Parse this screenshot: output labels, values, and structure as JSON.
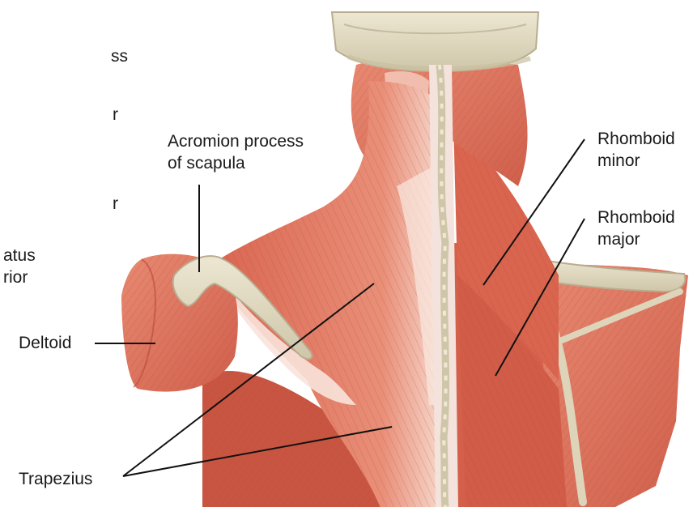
{
  "colors": {
    "muscle": "#dd6f58",
    "muscle_dark": "#b9473a",
    "muscle_light": "#ee9a85",
    "tendon": "#f7e5dc",
    "bone": "#e3dcc4",
    "bone_shadow": "#b8ad91",
    "leader_line": "#111111",
    "text": "#1a1a1a"
  },
  "labels": {
    "cut_1": "ss",
    "cut_2": "r",
    "cut_3": "r",
    "cut_4_line1": "atus",
    "cut_4_line2": "rior",
    "acromion_line1": "Acromion process",
    "acromion_line2": "of scapula",
    "rhomboid_minor_line1": "Rhomboid",
    "rhomboid_minor_line2": "minor",
    "rhomboid_major_line1": "Rhomboid",
    "rhomboid_major_line2": "major",
    "deltoid": "Deltoid",
    "trapezius": "Trapezius"
  }
}
